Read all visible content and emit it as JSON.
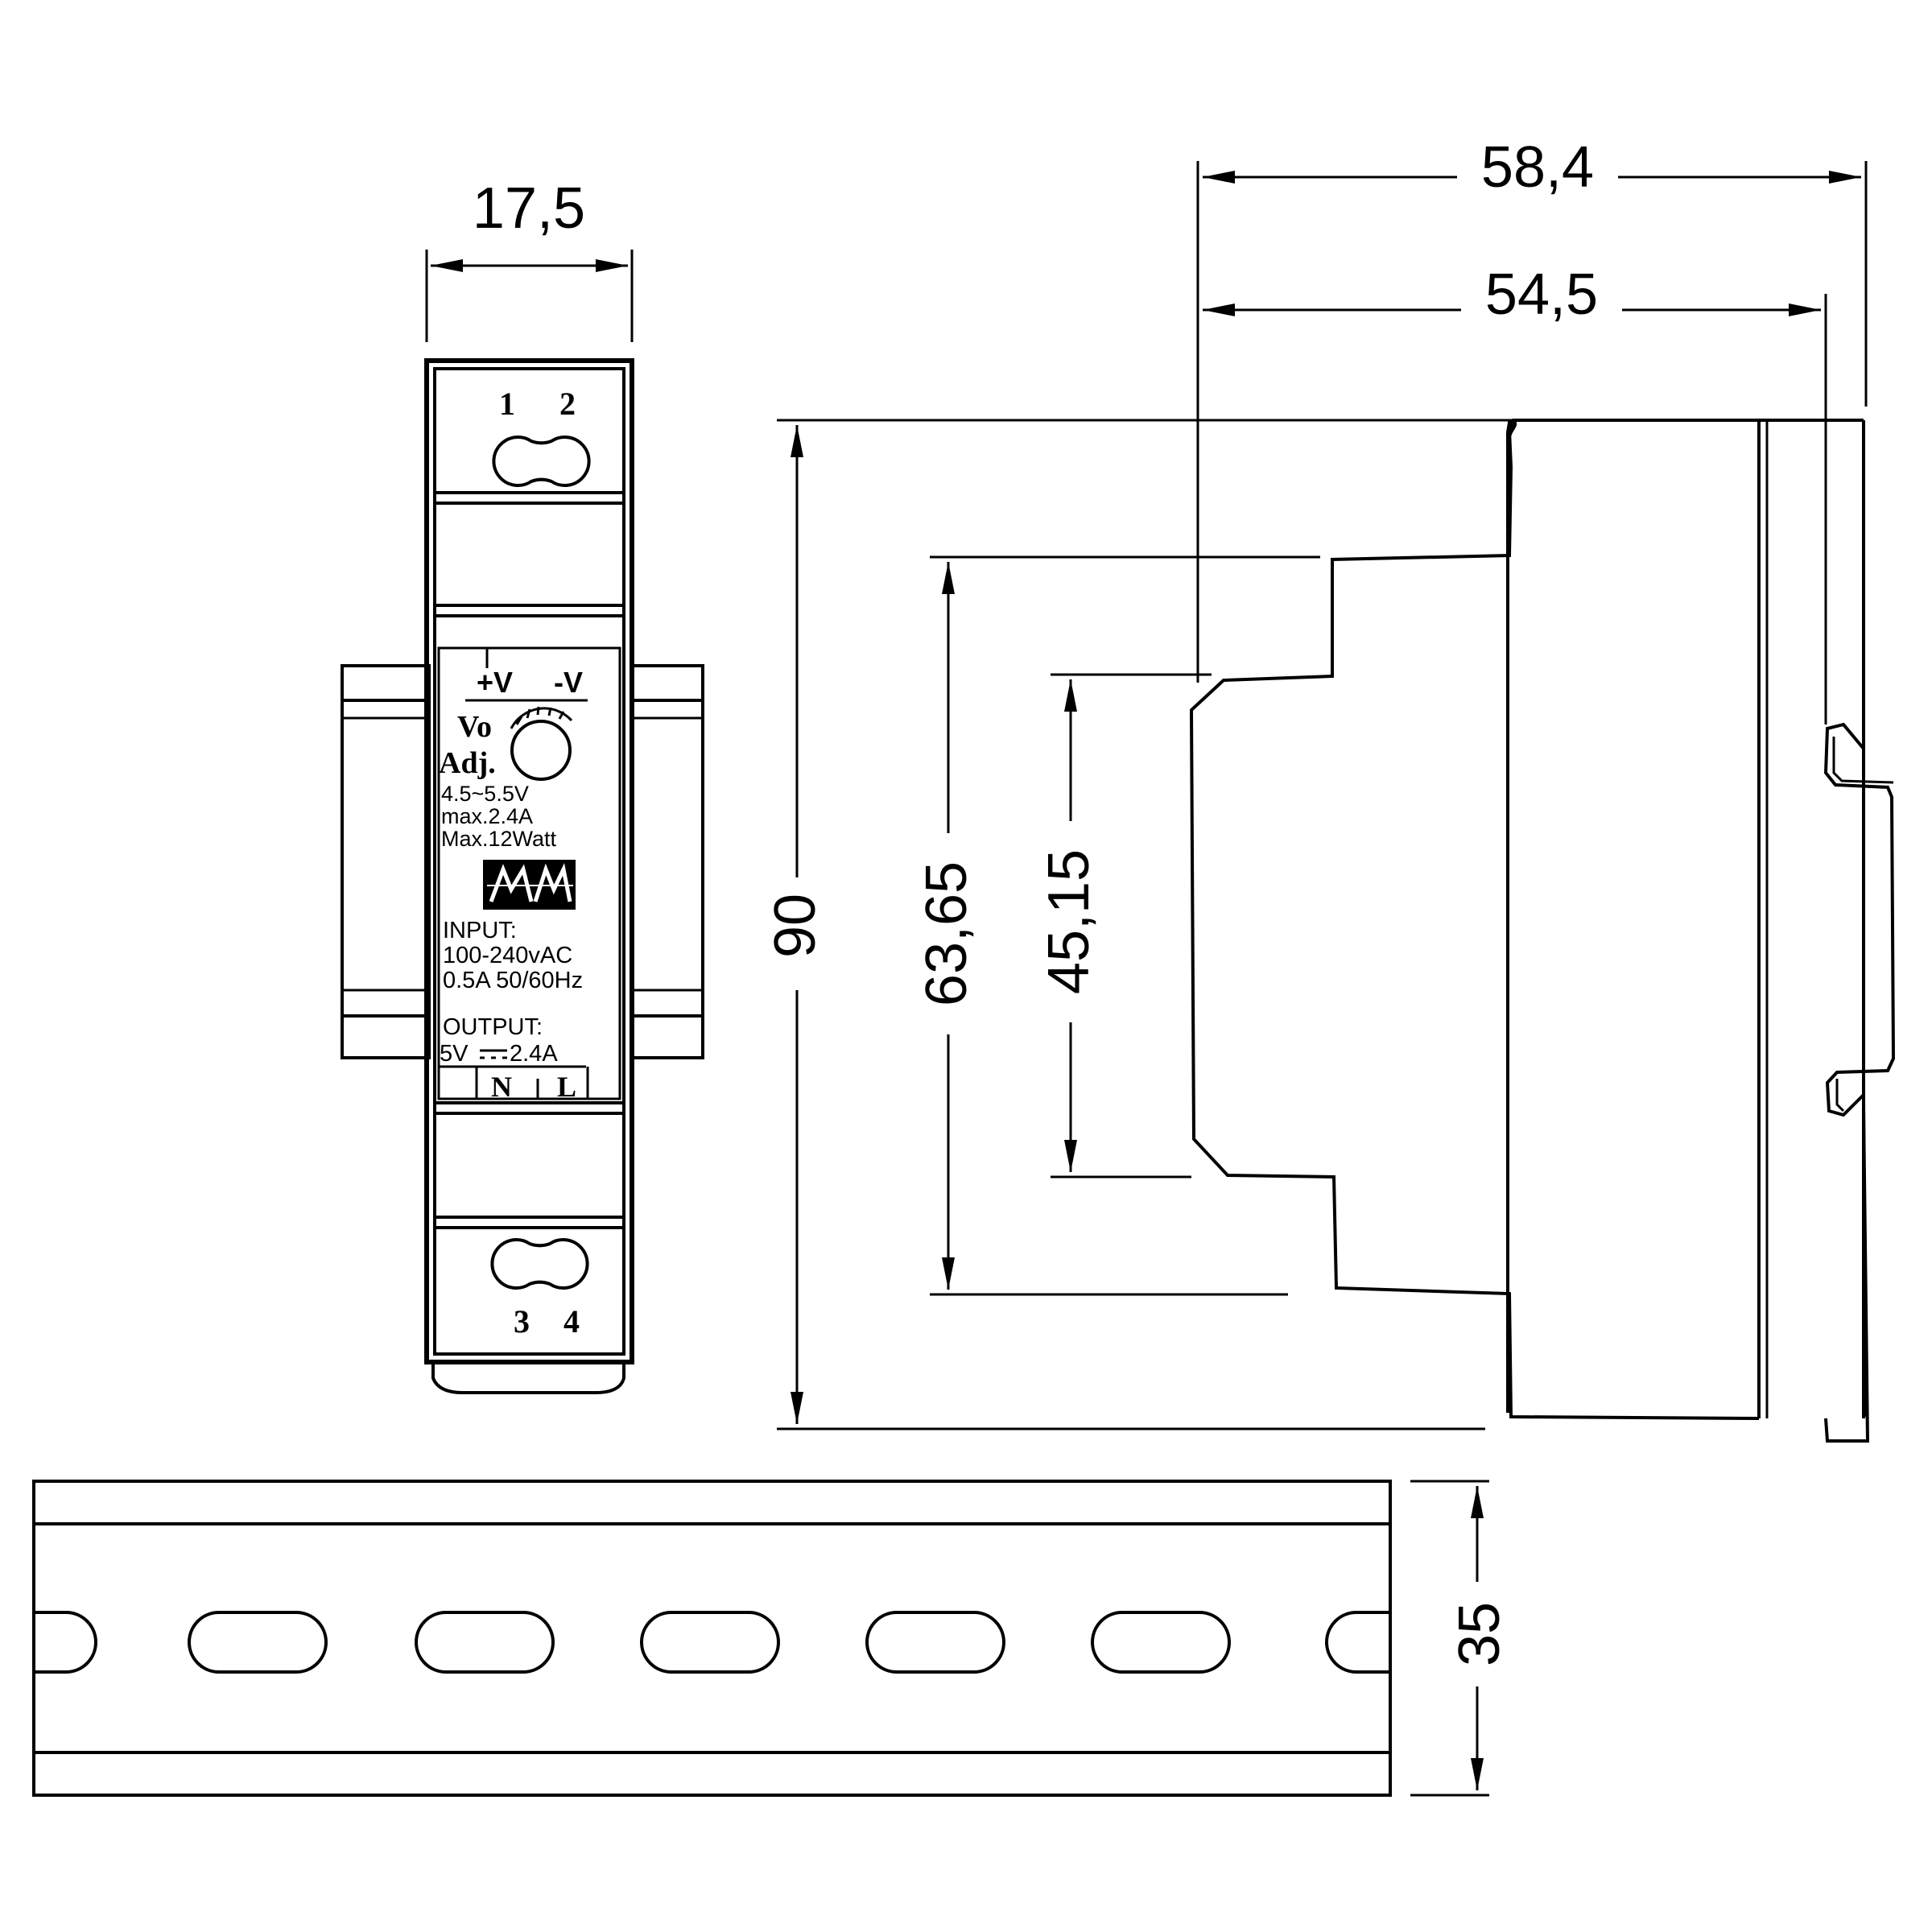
{
  "dimensions": {
    "width_front": "17,5",
    "depth_total": "58,4",
    "depth_body": "54,5",
    "height_total": "90",
    "height_step1": "63,65",
    "height_step2": "45,15",
    "rail_height": "35"
  },
  "front_panel": {
    "terminal_top": [
      "1",
      "2"
    ],
    "terminal_bottom": [
      "3",
      "4"
    ],
    "output_terminals": [
      "+V",
      "-V"
    ],
    "adj_label_line1": "Vo",
    "adj_label_line2": "Adj.",
    "spec_lines": [
      "4.5~5.5V",
      "max.2.4A",
      "Max.12Watt"
    ],
    "input_title": "INPUT:",
    "input_lines": [
      "100-240vAC",
      "0.5A 50/60Hz"
    ],
    "output_title": "OUTPUT:",
    "output_line_prefix": "5V",
    "output_line_suffix": "2.4A",
    "input_terminals": [
      "N",
      "L"
    ]
  }
}
